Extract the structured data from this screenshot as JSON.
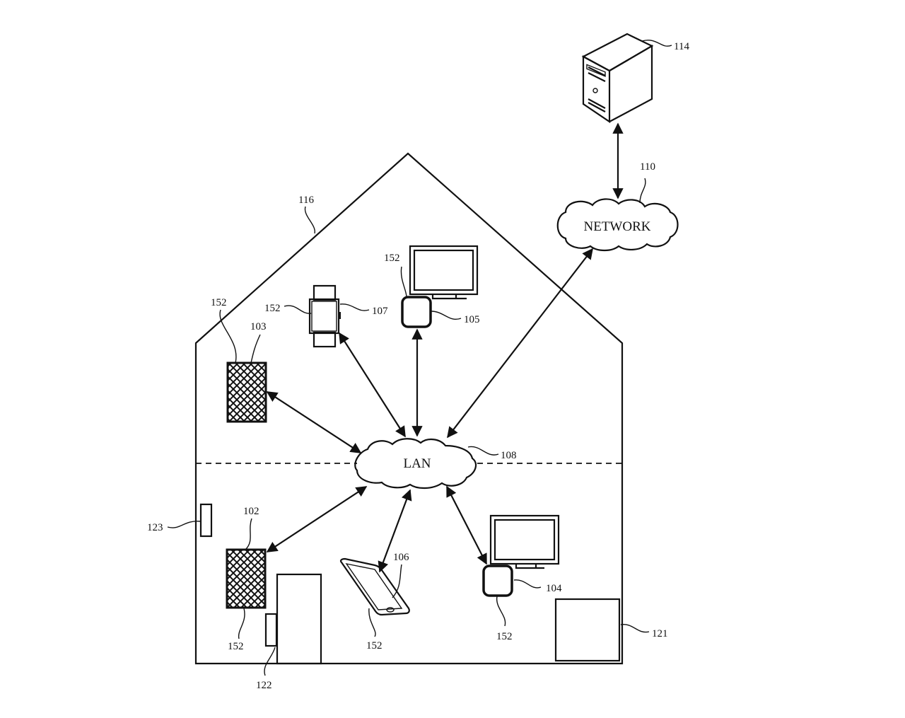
{
  "figure": {
    "type": "patent-style system diagram",
    "nodes": {
      "server": {
        "ref": "114"
      },
      "network": {
        "label": "NETWORK",
        "ref": "110"
      },
      "lan": {
        "label": "LAN",
        "ref": "108"
      },
      "house": {
        "ref": "116"
      },
      "speaker_upper": {
        "ref": "103",
        "part_ref": "152"
      },
      "watch": {
        "ref": "107",
        "part_ref": "152"
      },
      "streaming_box_upper": {
        "ref": "105",
        "part_ref": "152"
      },
      "speaker_lower": {
        "ref": "102",
        "part_ref": "152"
      },
      "phone": {
        "ref": "106",
        "part_ref": "152"
      },
      "streaming_box_lower": {
        "ref": "104",
        "part_ref": "152"
      },
      "sensor_123": {
        "ref": "123"
      },
      "sensor_122": {
        "ref": "122"
      },
      "appliance_121": {
        "ref": "121"
      }
    },
    "connections": [
      [
        "server",
        "network"
      ],
      [
        "network",
        "lan"
      ],
      [
        "speaker_upper",
        "lan"
      ],
      [
        "watch",
        "lan"
      ],
      [
        "streaming_box_upper",
        "lan"
      ],
      [
        "speaker_lower",
        "lan"
      ],
      [
        "phone",
        "lan"
      ],
      [
        "streaming_box_lower",
        "lan"
      ]
    ]
  }
}
